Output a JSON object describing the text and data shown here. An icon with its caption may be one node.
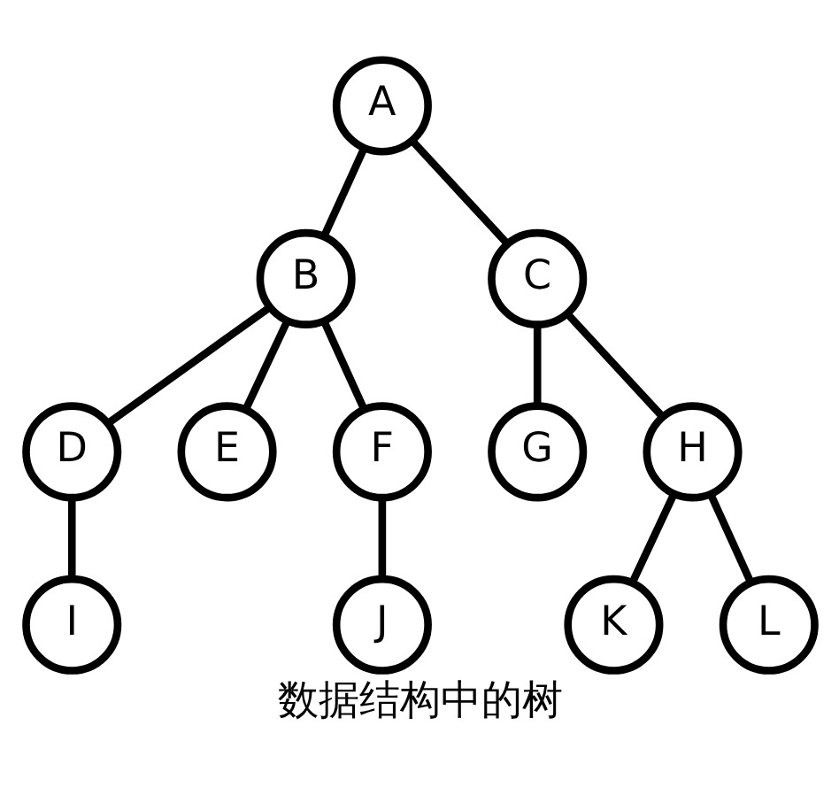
{
  "diagram": {
    "caption": "数据结构中的树",
    "nodes": [
      {
        "text": [
          "A"
        ]
      },
      {
        "text": [
          "B"
        ]
      },
      {
        "text": [
          "C"
        ]
      },
      {
        "text": [
          "D"
        ]
      },
      {
        "text": [
          "E"
        ]
      },
      {
        "text": [
          "F"
        ]
      },
      {
        "text": [
          "G"
        ]
      },
      {
        "text": [
          "H"
        ]
      },
      {
        "text": [
          "I"
        ]
      },
      {
        "text": [
          "J"
        ]
      },
      {
        "text": [
          "K"
        ]
      },
      {
        "text": [
          "L"
        ]
      }
    ],
    "edges": [
      {
        "from": 0,
        "to": 1,
        "arrow": "none"
      },
      {
        "from": 0,
        "to": 2,
        "arrow": "none"
      },
      {
        "from": 1,
        "to": 3,
        "arrow": "none"
      },
      {
        "from": 1,
        "to": 4,
        "arrow": "none"
      },
      {
        "from": 1,
        "to": 5,
        "arrow": "none"
      },
      {
        "from": 2,
        "to": 6,
        "arrow": "none"
      },
      {
        "from": 2,
        "to": 7,
        "arrow": "none"
      },
      {
        "from": 3,
        "to": 8,
        "arrow": "none"
      },
      {
        "from": 5,
        "to": 9,
        "arrow": "none"
      },
      {
        "from": 7,
        "to": 10,
        "arrow": "none"
      },
      {
        "from": 7,
        "to": 11,
        "arrow": "none"
      }
    ]
  }
}
